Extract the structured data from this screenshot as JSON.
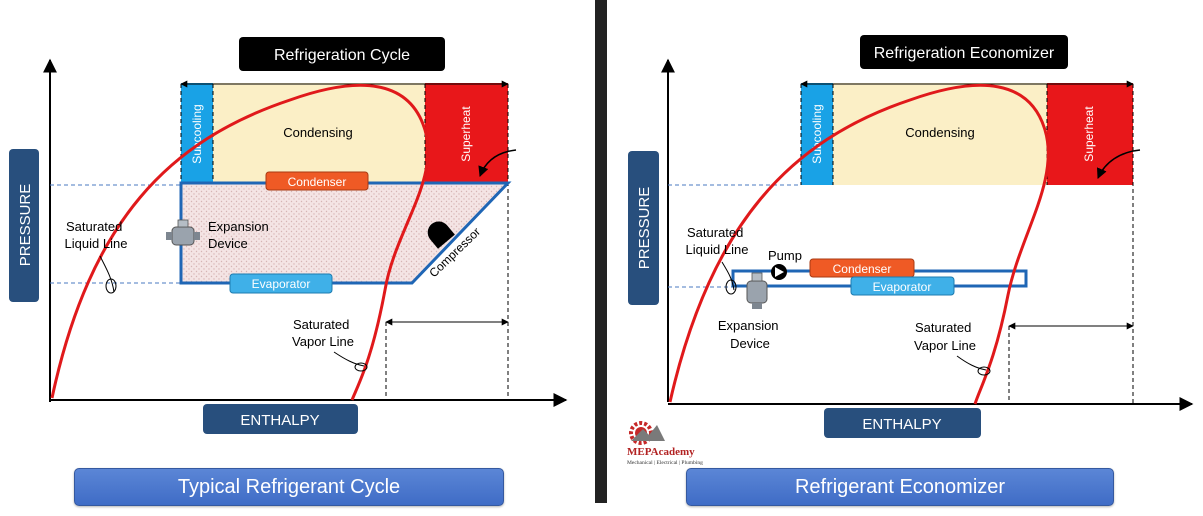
{
  "left_panel": {
    "title": "Refrigeration Cycle",
    "y_axis_label": "PRESSURE",
    "x_axis_label": "ENTHALPY",
    "zones": {
      "subcooling": "Subcooling",
      "condensing": "Condensing",
      "superheat": "Superheat"
    },
    "components": {
      "condenser": "Condenser",
      "evaporator": "Evaporator",
      "expansion_device": [
        "Expansion",
        "Device"
      ],
      "compressor": "Compressor"
    },
    "annotations": {
      "saturated_liquid_line": [
        "Saturated",
        "Liquid Line"
      ],
      "saturated_vapor_line": [
        "Saturated",
        "Vapor Line"
      ]
    },
    "caption": "Typical Refrigerant Cycle"
  },
  "right_panel": {
    "title": "Refrigeration Economizer",
    "y_axis_label": "PRESSURE",
    "x_axis_label": "ENTHALPY",
    "zones": {
      "subcooling": "Subcooling",
      "condensing": "Condensing",
      "superheat": "Superheat"
    },
    "components": {
      "pump": "Pump",
      "condenser": "Condenser",
      "evaporator": "Evaporator",
      "expansion_device": [
        "Expansion",
        "Device"
      ]
    },
    "annotations": {
      "saturated_liquid_line": [
        "Saturated",
        "Liquid Line"
      ],
      "saturated_vapor_line": [
        "Saturated",
        "Vapor Line"
      ]
    },
    "caption": "Refrigerant Economizer"
  },
  "logo": {
    "name": "MEPAcademy",
    "tagline": "Mechanical | Electrical | Plumbing"
  },
  "colors": {
    "curve": "#e0191b",
    "cycle_outline": "#1f66b5",
    "subcooling": "#19a2e6",
    "condensing": "#fbefc6",
    "superheat": "#e8171a",
    "condenser": "#ef5a25",
    "evaporator": "#3fb0e8",
    "axis_label_box": "#284f7d",
    "title_box": "#000000",
    "caption": "#4473c9"
  }
}
